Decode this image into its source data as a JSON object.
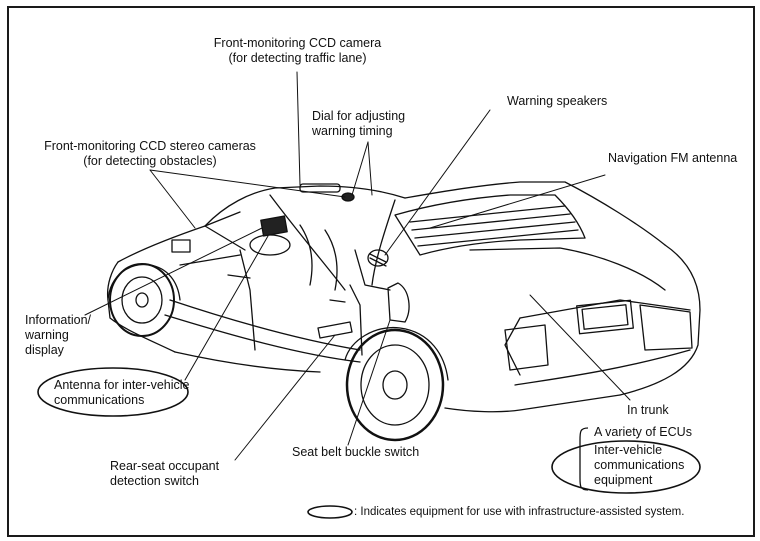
{
  "labels": {
    "ccd_camera_line1": "Front-monitoring CCD camera",
    "ccd_camera_line2": "(for detecting traffic lane)",
    "dial_line1": "Dial for adjusting",
    "dial_line2": "warning timing",
    "warning_speakers": "Warning speakers",
    "stereo_line1": "Front-monitoring CCD stereo cameras",
    "stereo_line2": "(for detecting obstacles)",
    "nav_antenna": "Navigation FM antenna",
    "info_line1": "Information/",
    "info_line2": "warning",
    "info_line3": "display",
    "antenna_line1": "Antenna for inter-vehicle",
    "antenna_line2": "communications",
    "in_trunk": "In trunk",
    "ecus": "A variety of ECUs",
    "intervehicle_line1": "Inter-vehicle",
    "intervehicle_line2": "communications",
    "intervehicle_line3": "equipment",
    "seat_belt": "Seat belt buckle switch",
    "rear_seat_line1": "Rear-seat occupant",
    "rear_seat_line2": "detection switch"
  },
  "legend": {
    "text": ": Indicates equipment for use with infrastructure-assisted system."
  },
  "colors": {
    "ink": "#111111",
    "frame": "#1a1a1a",
    "background": "#ffffff"
  }
}
